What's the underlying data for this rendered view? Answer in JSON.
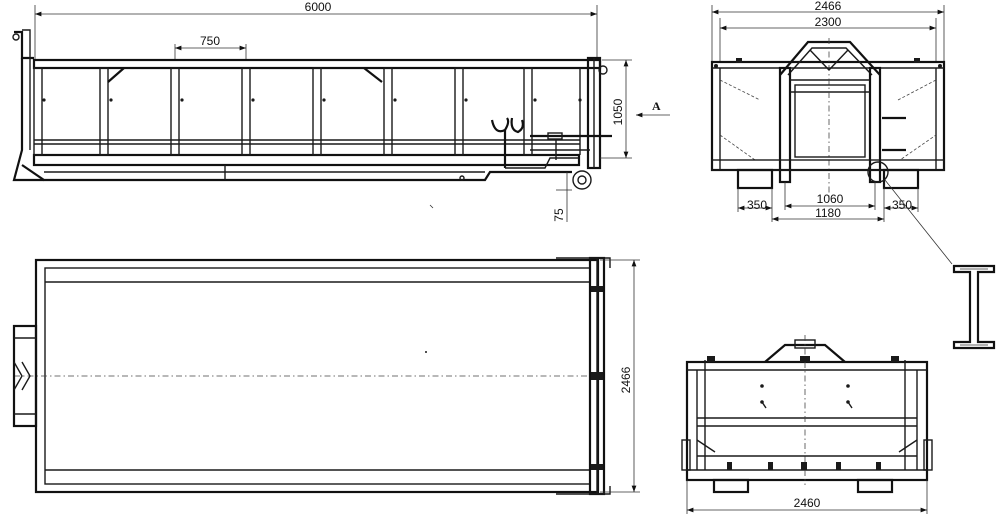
{
  "dimensions": {
    "side_length": "6000",
    "frame_pitch": "750",
    "side_height": "1050",
    "roller_offset": "75",
    "end_width_outer": "2466",
    "end_width_inner": "2300",
    "rail_spacing": "1060",
    "rail_outer": "1180",
    "rail_left": "350",
    "rail_right": "350",
    "top_width": "2466",
    "rear_width": "2460"
  },
  "view_label": "A",
  "colors": {
    "line": "#1a1a1a",
    "background": "#ffffff"
  }
}
